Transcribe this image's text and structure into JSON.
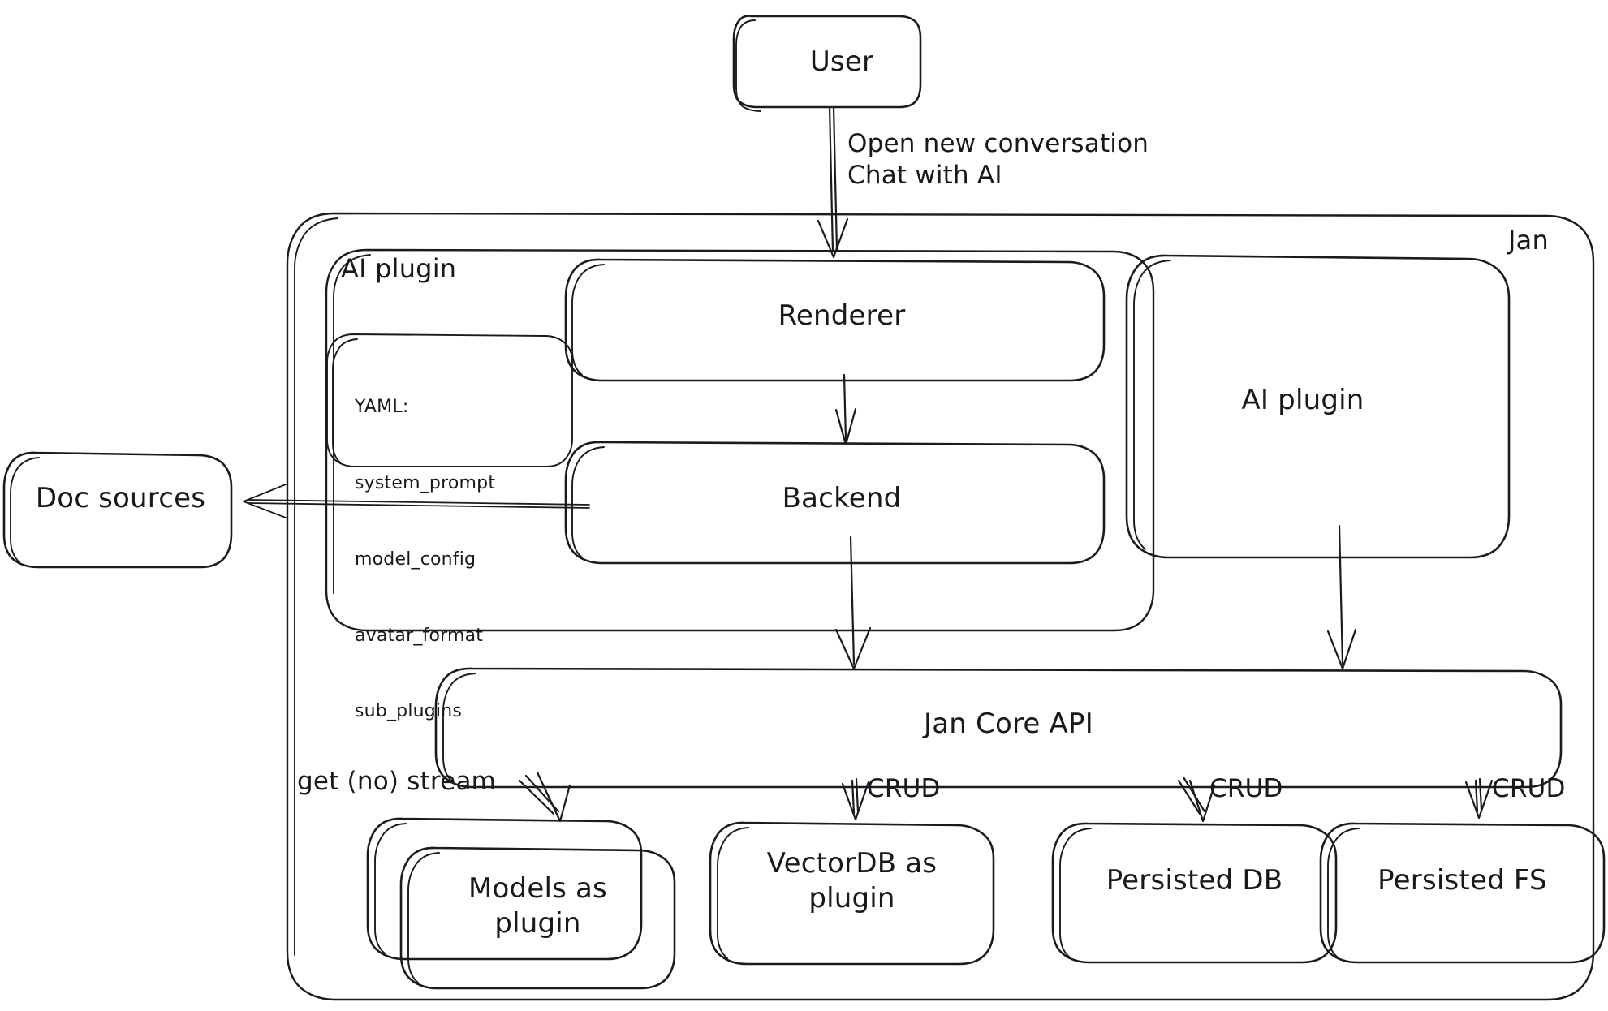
{
  "diagram": {
    "title": "Jan architecture diagram",
    "style": "hand-drawn",
    "stroke_color": "#1b1b1f",
    "background_color": "#ffffff"
  },
  "nodes": {
    "user": "User",
    "jan_group": "Jan",
    "ai_plugin_group": "AI plugin",
    "renderer": "Renderer",
    "backend": "Backend",
    "ai_plugin_box": "AI plugin",
    "doc_sources": "Doc sources",
    "jan_core_api": "Jan Core API",
    "models_as_plugin": "Models as\nplugin",
    "vectordb_as_plugin": "VectorDB as\nplugin",
    "persisted_db": "Persisted DB",
    "persisted_fs": "Persisted FS"
  },
  "yaml_card": {
    "heading": "YAML:",
    "keys": [
      "system_prompt",
      "model_config",
      "avatar_format",
      "sub_plugins"
    ]
  },
  "edges": {
    "user_to_renderer": "Open new conversation\nChat with AI",
    "core_to_models": "get (no) stream",
    "core_to_vectordb": "CRUD",
    "core_to_persisted_db": "CRUD",
    "core_to_persisted_fs": "CRUD"
  }
}
